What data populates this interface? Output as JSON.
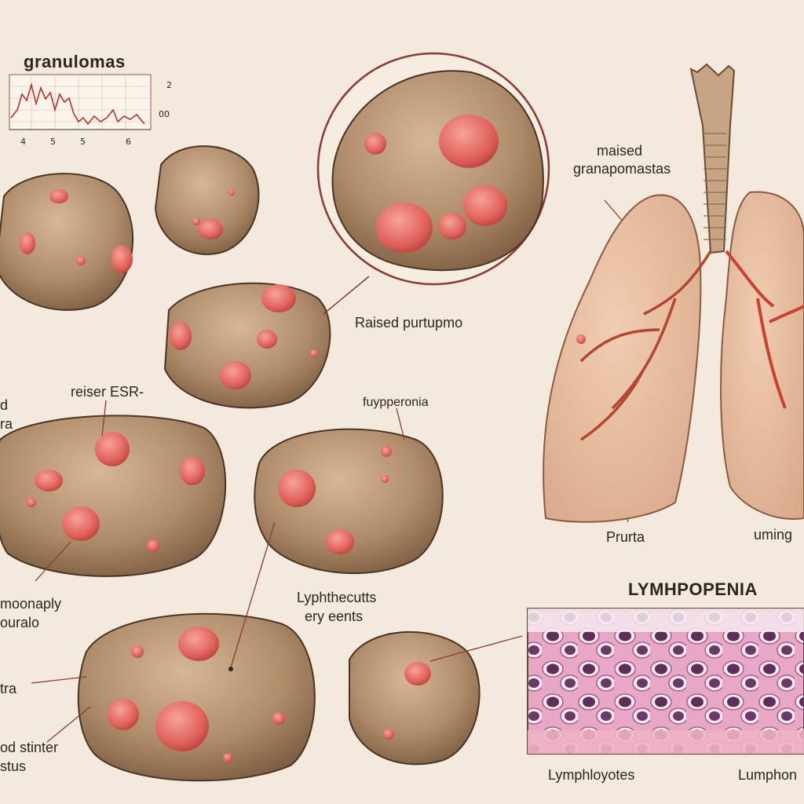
{
  "title": "granulomas",
  "mini_chart": {
    "x_ticks": [
      "4",
      "5",
      "5",
      "6"
    ],
    "y_ticks": [
      "2",
      "00"
    ]
  },
  "labels": {
    "raised_granapomas_line1": "maised",
    "raised_granapomas_line2": "granapomastas",
    "raised_purtupmo": "Raised purtupmo",
    "raiser_esr": "reiser ESR-",
    "fuypperonia": "fuypperonia",
    "left_cut_a": "d",
    "left_cut_b": "ra",
    "moonaply_line1": "moonaply",
    "moonaply_line2": "ouralo",
    "lyphthecutts_line1": "Lyphthecutts",
    "lyphthecutts_line2": "ery eents",
    "tra": "tra",
    "stinter_line1": "od stinter",
    "stinter_line2": "stus",
    "prurta": "Prurta",
    "uming": "uming",
    "lymphopenia": "LYMHPOPENIA",
    "lymphloyotes": "Lymphloyotes",
    "lumphon": "Lumphon"
  }
}
